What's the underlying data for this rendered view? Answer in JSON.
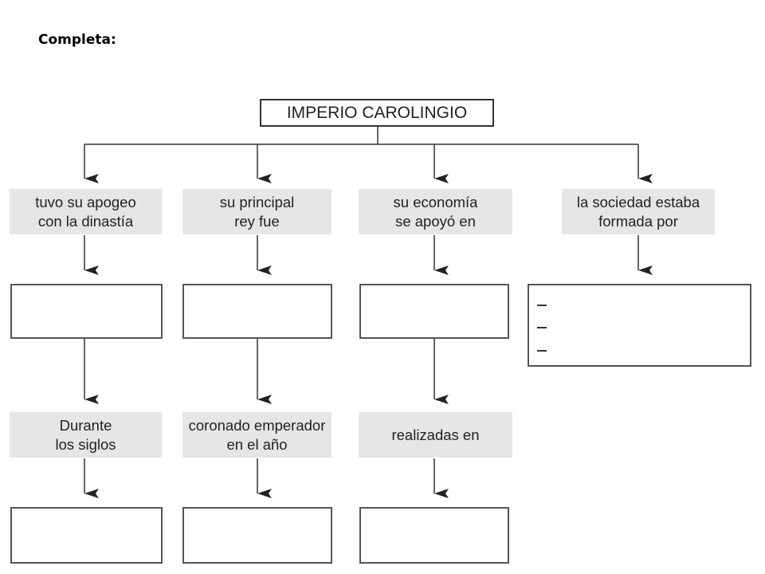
{
  "heading": "Completa:",
  "diagram": {
    "title": "IMPERIO CAROLINGIO",
    "columns": [
      {
        "prompt": "tuvo su apogeo\ncon la dinastía",
        "next_prompt": "Durante\nlos siglos"
      },
      {
        "prompt": "su principal\nrey fue",
        "next_prompt": "coronado emperador\nen el año"
      },
      {
        "prompt": "su economía\nse apoyó en",
        "next_prompt": "realizadas en"
      },
      {
        "prompt": "la sociedad estaba\nformada por",
        "list_markers": [
          "–",
          "–",
          "–"
        ]
      }
    ]
  },
  "colors": {
    "line": "#333333",
    "prompt_fill": "#e6e6e6",
    "box_border": "#555555"
  }
}
